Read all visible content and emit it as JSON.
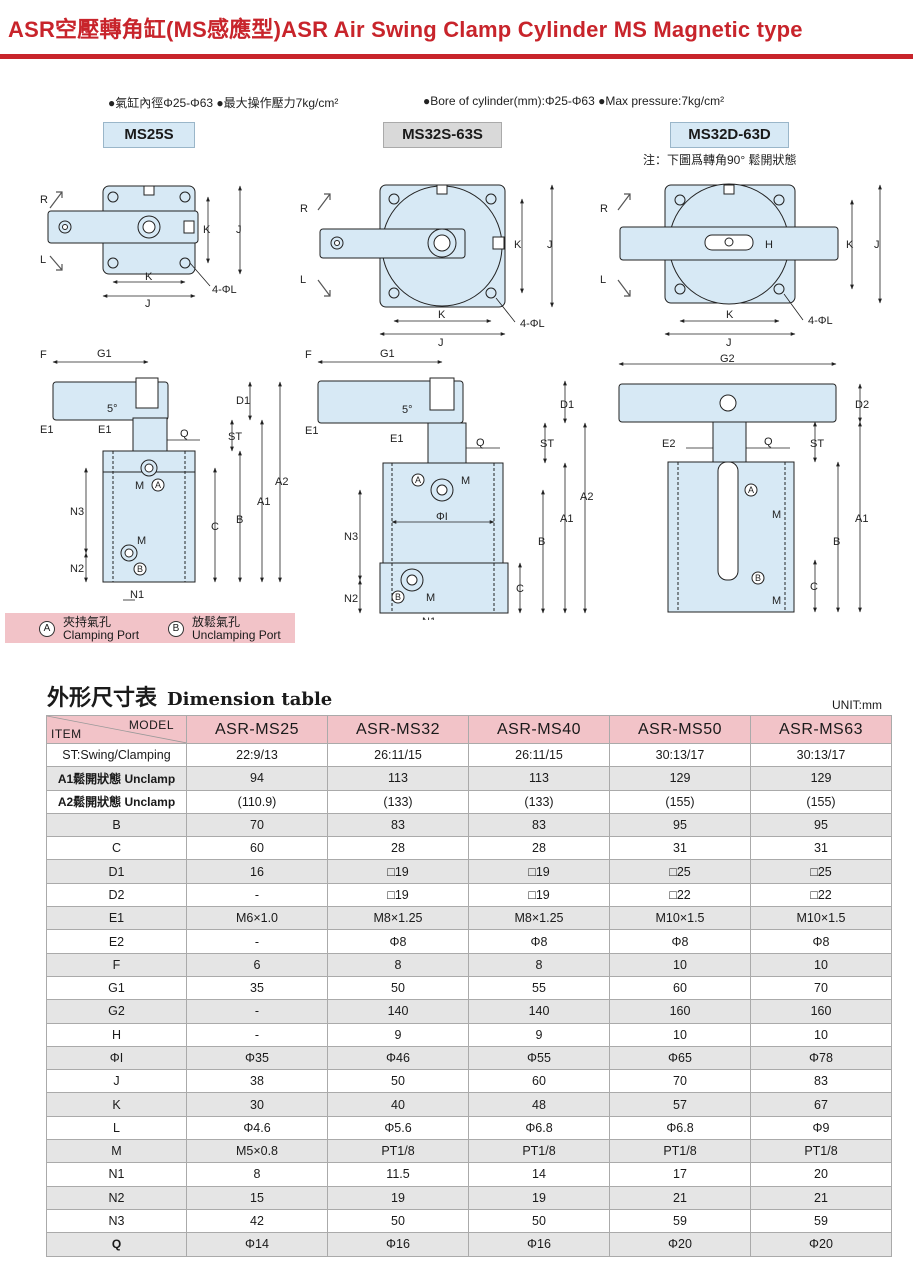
{
  "header": {
    "title": "ASR空壓轉角缸(MS感應型)ASR Air Swing Clamp Cylinder MS Magnetic type"
  },
  "specs": {
    "cn": "●氣缸內徑Φ25-Φ63 ●最大操作壓力7kg/cm²",
    "en": "●Bore of cylinder(mm):Φ25-Φ63 ●Max pressure:7kg/cm²"
  },
  "models": {
    "m1": "MS25S",
    "m2": "MS32S-63S",
    "m3": "MS32D-63D",
    "note": "注：下圖爲轉角90° 鬆開狀態"
  },
  "drawing_labels": {
    "R": "R",
    "L": "L",
    "J": "J",
    "K": "K",
    "H": "H",
    "hole": "4-ΦL",
    "F": "F",
    "G1": "G1",
    "G2": "G2",
    "D1": "D1",
    "D2": "D2",
    "E1": "E1",
    "E2": "E2",
    "Q": "Q",
    "ST": "ST",
    "A1": "A1",
    "A2": "A2",
    "B": "B",
    "C": "C",
    "N1": "N1",
    "N2": "N2",
    "N3": "N3",
    "M": "M",
    "PhiI": "ΦI",
    "deg": "5°",
    "portA": "A",
    "portB": "B"
  },
  "ports": {
    "a_symbol": "A",
    "a_cn": "夾持氣孔",
    "a_en": "Clamping Port",
    "b_symbol": "B",
    "b_cn": "放鬆氣孔",
    "b_en": "Unclamping Port"
  },
  "table_title": {
    "cn": "外形尺寸表",
    "en": "Dimension table",
    "unit": "UNIT:mm"
  },
  "table": {
    "corner_model": "MODEL",
    "corner_item": "ITEM",
    "columns": [
      "ASR-MS25",
      "ASR-MS32",
      "ASR-MS40",
      "ASR-MS50",
      "ASR-MS63"
    ],
    "rows": [
      {
        "item": "ST:Swing/Clamping",
        "values": [
          "22:9/13",
          "26:11/15",
          "26:11/15",
          "30:13/17",
          "30:13/17"
        ]
      },
      {
        "item": "A1鬆開狀態 Unclamp",
        "values": [
          "94",
          "113",
          "113",
          "129",
          "129"
        ]
      },
      {
        "item": "A2鬆開狀態 Unclamp",
        "values": [
          "(110.9)",
          "(133)",
          "(133)",
          "(155)",
          "(155)"
        ]
      },
      {
        "item": "B",
        "values": [
          "70",
          "83",
          "83",
          "95",
          "95"
        ]
      },
      {
        "item": "C",
        "values": [
          "60",
          "28",
          "28",
          "31",
          "31"
        ]
      },
      {
        "item": "D1",
        "values": [
          "16",
          "□19",
          "□19",
          "□25",
          "□25"
        ]
      },
      {
        "item": "D2",
        "values": [
          "-",
          "□19",
          "□19",
          "□22",
          "□22"
        ]
      },
      {
        "item": "E1",
        "values": [
          "M6×1.0",
          "M8×1.25",
          "M8×1.25",
          "M10×1.5",
          "M10×1.5"
        ]
      },
      {
        "item": "E2",
        "values": [
          "-",
          "Φ8",
          "Φ8",
          "Φ8",
          "Φ8"
        ]
      },
      {
        "item": "F",
        "values": [
          "6",
          "8",
          "8",
          "10",
          "10"
        ]
      },
      {
        "item": "G1",
        "values": [
          "35",
          "50",
          "55",
          "60",
          "70"
        ]
      },
      {
        "item": "G2",
        "values": [
          "-",
          "140",
          "140",
          "160",
          "160"
        ]
      },
      {
        "item": "H",
        "values": [
          "-",
          "9",
          "9",
          "10",
          "10"
        ]
      },
      {
        "item": "ΦI",
        "values": [
          "Φ35",
          "Φ46",
          "Φ55",
          "Φ65",
          "Φ78"
        ]
      },
      {
        "item": "J",
        "values": [
          "38",
          "50",
          "60",
          "70",
          "83"
        ]
      },
      {
        "item": "K",
        "values": [
          "30",
          "40",
          "48",
          "57",
          "67"
        ]
      },
      {
        "item": "L",
        "values": [
          "Φ4.6",
          "Φ5.6",
          "Φ6.8",
          "Φ6.8",
          "Φ9"
        ]
      },
      {
        "item": "M",
        "values": [
          "M5×0.8",
          "PT1/8",
          "PT1/8",
          "PT1/8",
          "PT1/8"
        ]
      },
      {
        "item": "N1",
        "values": [
          "8",
          "11.5",
          "14",
          "17",
          "20"
        ]
      },
      {
        "item": "N2",
        "values": [
          "15",
          "19",
          "19",
          "21",
          "21"
        ]
      },
      {
        "item": "N3",
        "values": [
          "42",
          "50",
          "50",
          "59",
          "59"
        ]
      },
      {
        "item": "Q",
        "values": [
          "Φ14",
          "Φ16",
          "Φ16",
          "Φ20",
          "Φ20"
        ]
      }
    ]
  },
  "colors": {
    "brand_red": "#c8242b",
    "part_fill": "#d7e9f5",
    "header_pink": "#f2c3c8",
    "row_gray": "#e5e5e5"
  }
}
